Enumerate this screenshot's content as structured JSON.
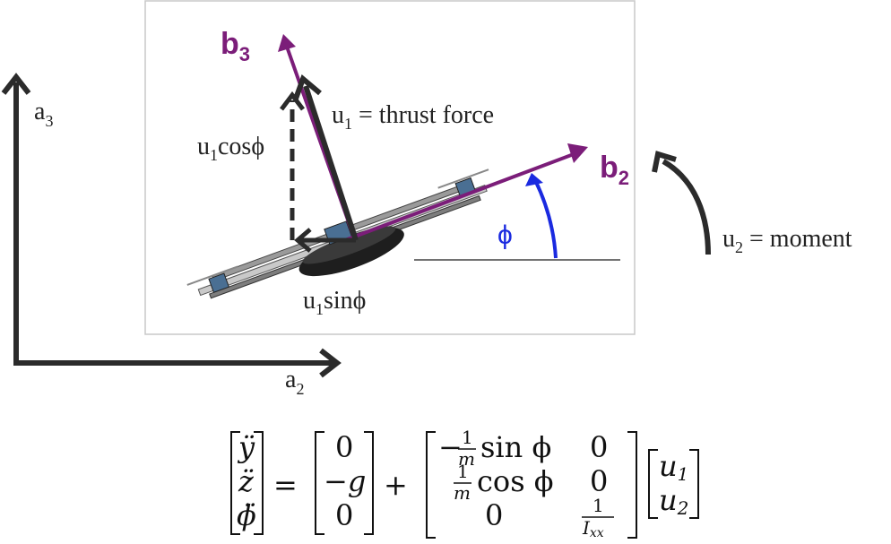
{
  "inertial_frame": {
    "a3": {
      "base": "a",
      "sub": "3"
    },
    "a2": {
      "base": "a",
      "sub": "2"
    }
  },
  "body_frame": {
    "b3": {
      "base": "b",
      "sub": "3"
    },
    "b2": {
      "base": "b",
      "sub": "2"
    }
  },
  "labels": {
    "thrust": {
      "base": "u",
      "sub": "1",
      "rest": " = thrust force"
    },
    "cos_comp": {
      "base": "u",
      "sub": "1",
      "rest": "cosϕ"
    },
    "sin_comp": {
      "base": "u",
      "sub": "1",
      "rest": "sinϕ"
    },
    "moment": {
      "base": "u",
      "sub": "2",
      "rest": " = moment"
    },
    "angle": "ϕ"
  },
  "equation": {
    "lhs": [
      "ÿ",
      "z̈",
      "ϕ̈"
    ],
    "equals": "=",
    "gravity": [
      "0",
      "−g",
      "0"
    ],
    "plus": "+",
    "matrix": {
      "r1c1_sign": "−",
      "r1c1_num": "1",
      "r1c1_den": "m",
      "r1c1_func": "sin ϕ",
      "r1c2": "0",
      "r2c1_num": "1",
      "r2c1_den": "m",
      "r2c1_func": "cos ϕ",
      "r2c2": "0",
      "r3c1": "0",
      "r3c2_num": "1",
      "r3c2_den": "I",
      "r3c2_den_sub": "xx"
    },
    "inputs": [
      {
        "base": "u",
        "sub": "1"
      },
      {
        "base": "u",
        "sub": "2"
      }
    ]
  },
  "colors": {
    "frame": "#2b2b2b",
    "body_axis": "#7b1d79",
    "angle": "#1a2ae0",
    "photo_border": "#c8c8c8"
  }
}
